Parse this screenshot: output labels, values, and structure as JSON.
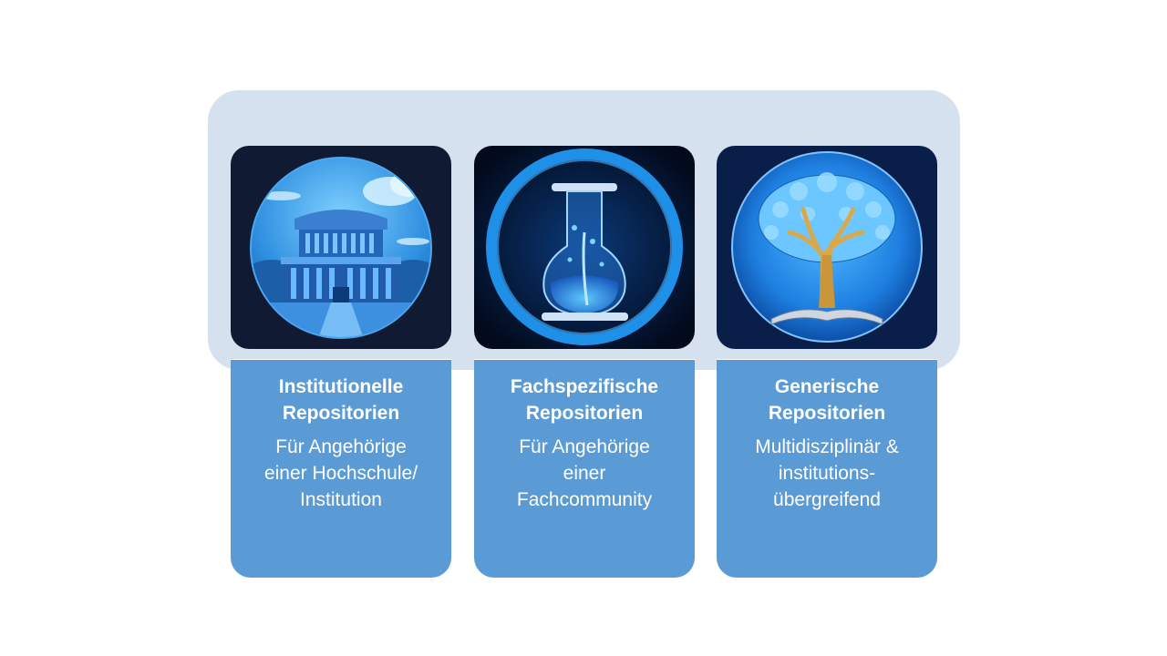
{
  "slide": {
    "background": "#ffffff",
    "panel_color": "#d6e1f0",
    "box_color": "#5b9bd5"
  },
  "cards": [
    {
      "icon": "university-building-icon",
      "title_line1": "Institutionelle",
      "title_line2": "Repositorien",
      "desc_line1": "Für Angehörige",
      "desc_line2": "einer Hochschule/",
      "desc_line3": "Institution"
    },
    {
      "icon": "lab-flask-icon",
      "title_line1": "Fachspezifische",
      "title_line2": "Repositorien",
      "desc_line1": "Für Angehörige",
      "desc_line2": "einer",
      "desc_line3": "Fachcommunity"
    },
    {
      "icon": "tree-on-book-icon",
      "title_line1": "Generische",
      "title_line2": "Repositorien",
      "desc_line1": "Multidisziplinär &",
      "desc_line2": "institutions-",
      "desc_line3": "übergreifend"
    }
  ]
}
